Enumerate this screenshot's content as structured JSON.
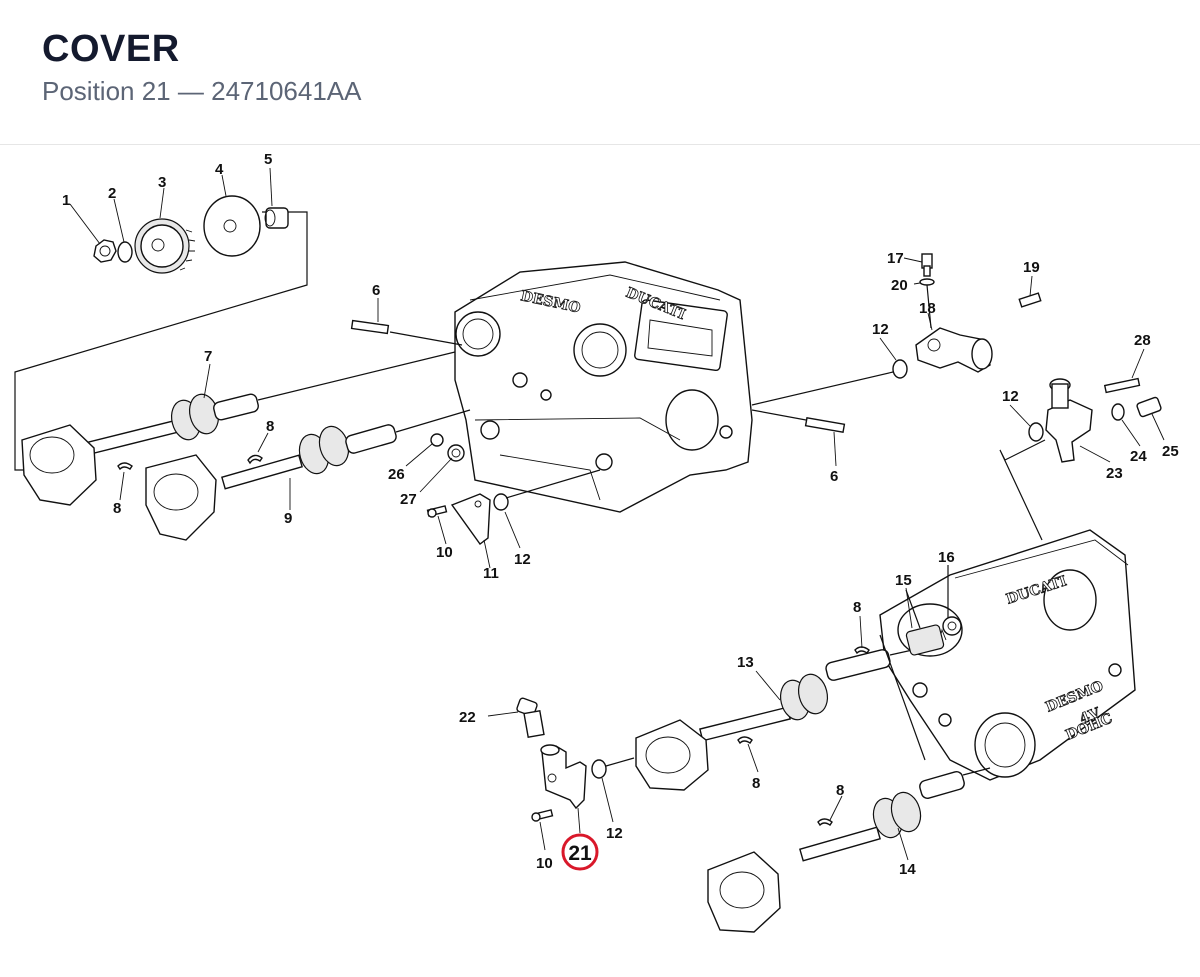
{
  "header": {
    "title": "COVER",
    "position_prefix": "Position 21",
    "separator": "—",
    "part_number": "24710641AA"
  },
  "highlight": {
    "label": "21",
    "color": "#d9182a"
  },
  "engravings": {
    "ducati_top": "DUCATI",
    "desmo_top": "DESMO",
    "ducati_right": "DUCATI",
    "desmo": "DESMO",
    "four_v": "4V",
    "dohc": "DOHC"
  },
  "callouts": {
    "c1": "1",
    "c2": "2",
    "c3": "3",
    "c4": "4",
    "c5": "5",
    "c6a": "6",
    "c6b": "6",
    "c7": "7",
    "c8a": "8",
    "c8b": "8",
    "c8c": "8",
    "c8d": "8",
    "c8e": "8",
    "c9": "9",
    "c10a": "10",
    "c10b": "10",
    "c11": "11",
    "c12a": "12",
    "c12b": "12",
    "c12c": "12",
    "c12d": "12",
    "c13": "13",
    "c14": "14",
    "c15": "15",
    "c16": "16",
    "c17": "17",
    "c18": "18",
    "c19": "19",
    "c20": "20",
    "c22": "22",
    "c23": "23",
    "c24": "24",
    "c25": "25",
    "c26": "26",
    "c27": "27",
    "c28": "28"
  }
}
